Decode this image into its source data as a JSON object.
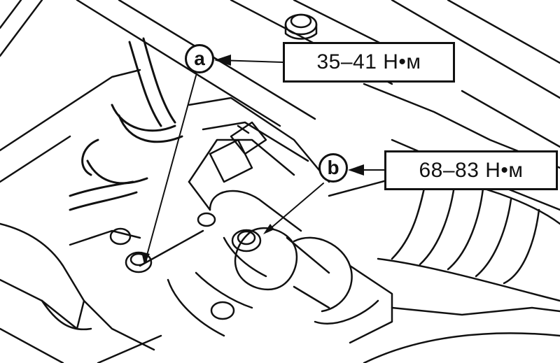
{
  "labels": {
    "marker_a": "a",
    "marker_b": "b",
    "torque_a": "35–41 Н•м",
    "torque_b": "68–83 Н•м"
  },
  "colors": {
    "ink": "#111111",
    "paper": "#ffffff"
  },
  "icons": [
    "bolt-icon",
    "bolt-icon",
    "bolt-icon",
    "bolt-icon"
  ]
}
